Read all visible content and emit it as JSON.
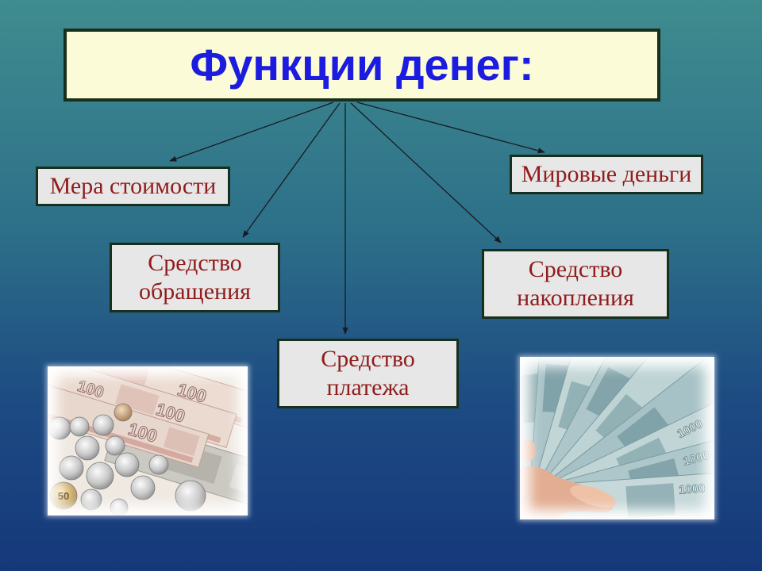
{
  "slide": {
    "title": "Функции денег:",
    "functions": [
      {
        "lines": [
          "Мера стоимости"
        ]
      },
      {
        "lines": [
          "Средство",
          "обращения"
        ]
      },
      {
        "lines": [
          "Средство",
          "платежа"
        ]
      },
      {
        "lines": [
          "Средство",
          "накопления"
        ]
      },
      {
        "lines": [
          "Мировые деньги"
        ]
      }
    ]
  },
  "photos": {
    "left_photo": {
      "note_value": "100",
      "coin_value": "50"
    },
    "right_photo": {
      "note_value": "1000"
    }
  },
  "colors": {
    "background_top": "#3f8c8f",
    "background_bottom": "#15387b",
    "title_fill": "#fbfbd7",
    "title_text": "#1c1ce0",
    "box_fill": "#e7e7e7",
    "box_text": "#901c1c",
    "border": "#17301c",
    "arrow": "#1a1a22"
  }
}
